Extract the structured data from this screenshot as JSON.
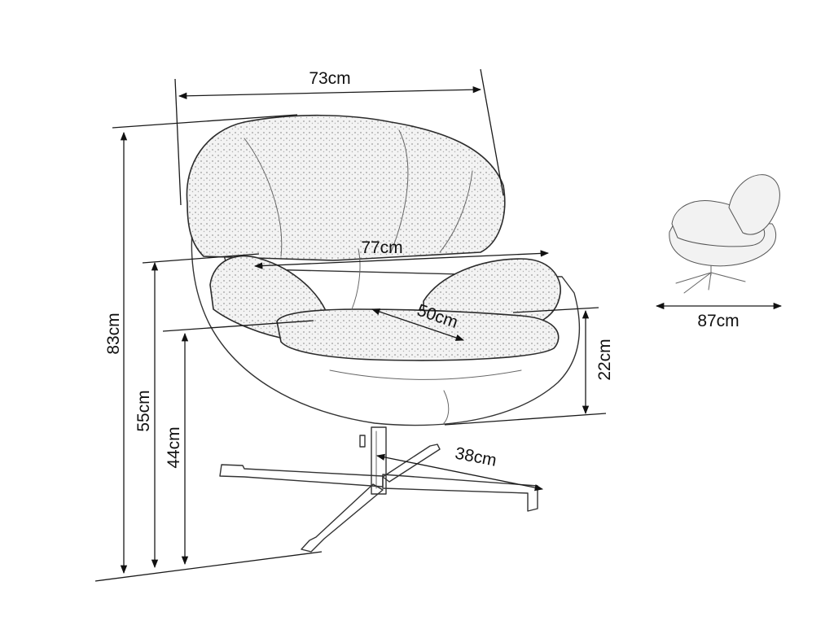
{
  "dimensions": {
    "top_width": "73cm",
    "seat_width": "77cm",
    "seat_depth": "50cm",
    "total_height": "83cm",
    "armrest_height": "55cm",
    "seat_height": "44cm",
    "armrest_above_seat": "22cm",
    "base_radius": "38cm",
    "side_depth": "87cm"
  },
  "colors": {
    "line": "#1a1a1a",
    "fabric": "#f4f4f4"
  }
}
